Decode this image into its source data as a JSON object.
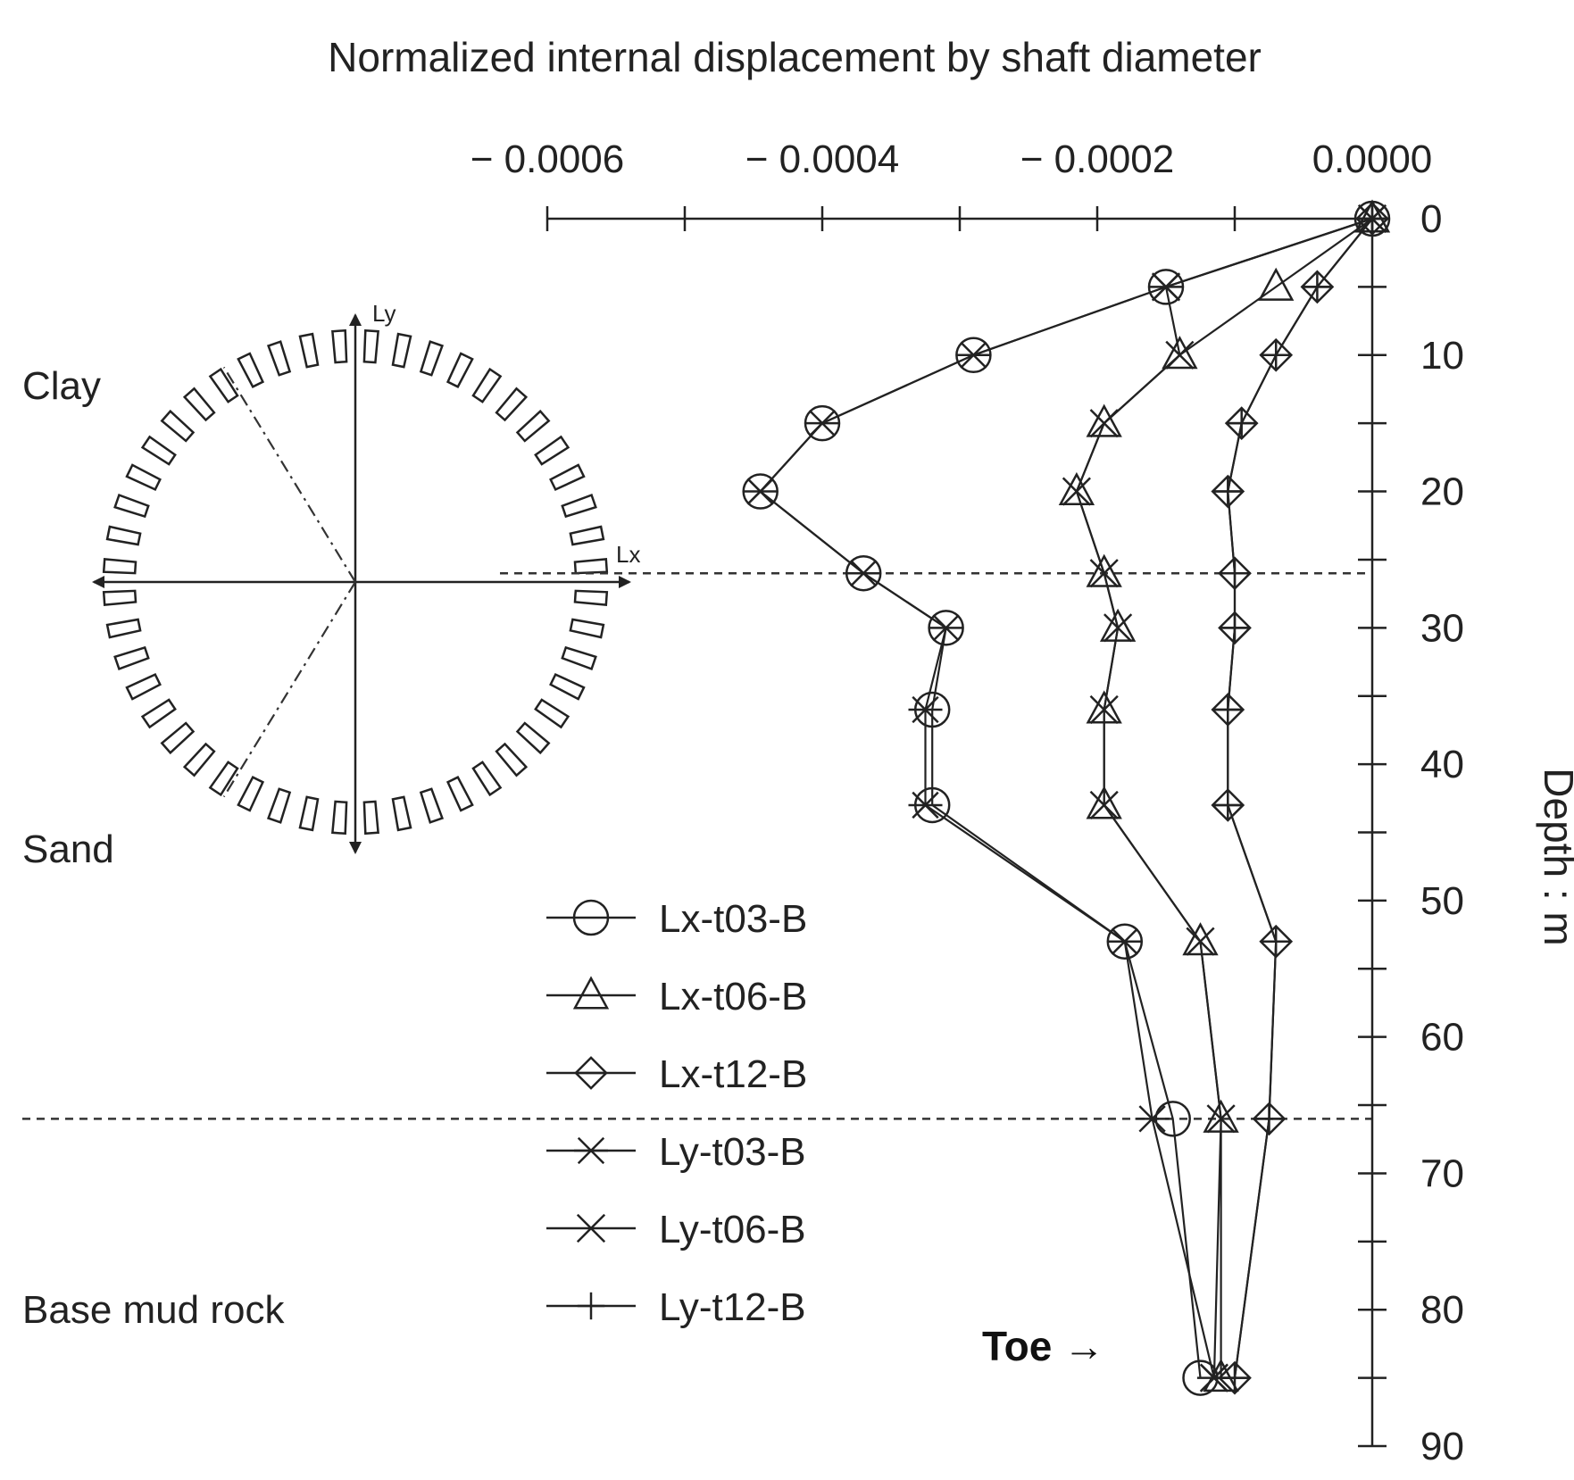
{
  "chart_data": {
    "type": "line",
    "title": "Normalized internal displacement by shaft diameter",
    "xlabel": "",
    "ylabel": "Depth : m",
    "xlim": [
      -0.0006,
      0.0
    ],
    "ylim": [
      0,
      90
    ],
    "x_axis_position": "top",
    "y_axis_position": "right",
    "y_inverted": true,
    "grid": false,
    "legend_position": "bottom-left",
    "x_ticks": [
      -0.0006,
      -0.0004,
      -0.0002,
      0.0
    ],
    "x_tick_labels": [
      "− 0.0006",
      "− 0.0004",
      "− 0.0002",
      "0.0000"
    ],
    "x_minor_ticks": [
      -0.0006,
      -0.0005,
      -0.0004,
      -0.0003,
      -0.0002,
      -0.0001,
      0.0
    ],
    "y_ticks": [
      0,
      10,
      20,
      30,
      40,
      50,
      60,
      70,
      80,
      90
    ],
    "y_tick_labels": [
      "0",
      "10",
      "20",
      "30",
      "40",
      "50",
      "60",
      "70",
      "80",
      "90"
    ],
    "y_minor_ticks": [
      0,
      5,
      10,
      15,
      20,
      25,
      30,
      35,
      40,
      45,
      50,
      55,
      60,
      65,
      70,
      75,
      80,
      85,
      90
    ],
    "series": [
      {
        "name": "Lx-t03-B",
        "marker": "circle",
        "x": [
          0.0,
          -0.00015,
          -0.00029,
          -0.0004,
          -0.000445,
          -0.00037,
          -0.00031,
          -0.00032,
          -0.00032,
          -0.00018,
          -0.000145,
          -0.000125
        ],
        "y": [
          0,
          5,
          10,
          15,
          20,
          26,
          30,
          36,
          43,
          53,
          66,
          85
        ]
      },
      {
        "name": "Lx-t06-B",
        "marker": "triangle",
        "x": [
          0.0,
          -7e-05,
          -0.00014,
          -0.000195,
          -0.000215,
          -0.000195,
          -0.000185,
          -0.000195,
          -0.000195,
          -0.000125,
          -0.00011,
          -0.00011
        ],
        "y": [
          0,
          5,
          10,
          15,
          20,
          26,
          30,
          36,
          43,
          53,
          66,
          85
        ]
      },
      {
        "name": "Lx-t12-B",
        "marker": "diamond",
        "x": [
          0.0,
          -4e-05,
          -7e-05,
          -9.5e-05,
          -0.000105,
          -0.0001,
          -0.0001,
          -0.000105,
          -0.000105,
          -7e-05,
          -7.5e-05,
          -0.0001
        ],
        "y": [
          0,
          5,
          10,
          15,
          20,
          26,
          30,
          36,
          43,
          53,
          66,
          85
        ]
      },
      {
        "name": "Ly-t03-B",
        "marker": "asterisk",
        "x": [
          0.0,
          -0.00015,
          -0.00029,
          -0.0004,
          -0.000445,
          -0.00037,
          -0.00031,
          -0.000325,
          -0.000325,
          -0.00018,
          -0.00016,
          -0.000115
        ],
        "y": [
          0,
          5,
          10,
          15,
          20,
          26,
          30,
          36,
          43,
          53,
          66,
          85
        ]
      },
      {
        "name": "Ly-t06-B",
        "marker": "x",
        "x": [
          0.0,
          -0.00015,
          -0.00014,
          -0.000195,
          -0.000215,
          -0.000195,
          -0.000185,
          -0.000195,
          -0.000195,
          -0.000125,
          -0.00011,
          -0.000115
        ],
        "y": [
          0,
          5,
          10,
          15,
          20,
          26,
          30,
          36,
          43,
          53,
          66,
          85
        ]
      },
      {
        "name": "Ly-t12-B",
        "marker": "plus",
        "x": [
          0.0,
          -4e-05,
          -7e-05,
          -9.5e-05,
          -0.000105,
          -0.0001,
          -0.0001,
          -0.000105,
          -0.000105,
          -7e-05,
          -7.5e-05,
          -0.0001
        ],
        "y": [
          0,
          5,
          10,
          15,
          20,
          26,
          30,
          36,
          43,
          53,
          66,
          85
        ]
      }
    ],
    "annotations": {
      "layer_labels": [
        "Clay",
        "Sand",
        "Base mud rock"
      ],
      "layer_boundaries_depth": [
        26,
        66
      ],
      "toe_label": "Toe →",
      "toe_depth": 85,
      "axis_labels_diagram": {
        "x": "Lx",
        "y": "Ly"
      }
    }
  }
}
